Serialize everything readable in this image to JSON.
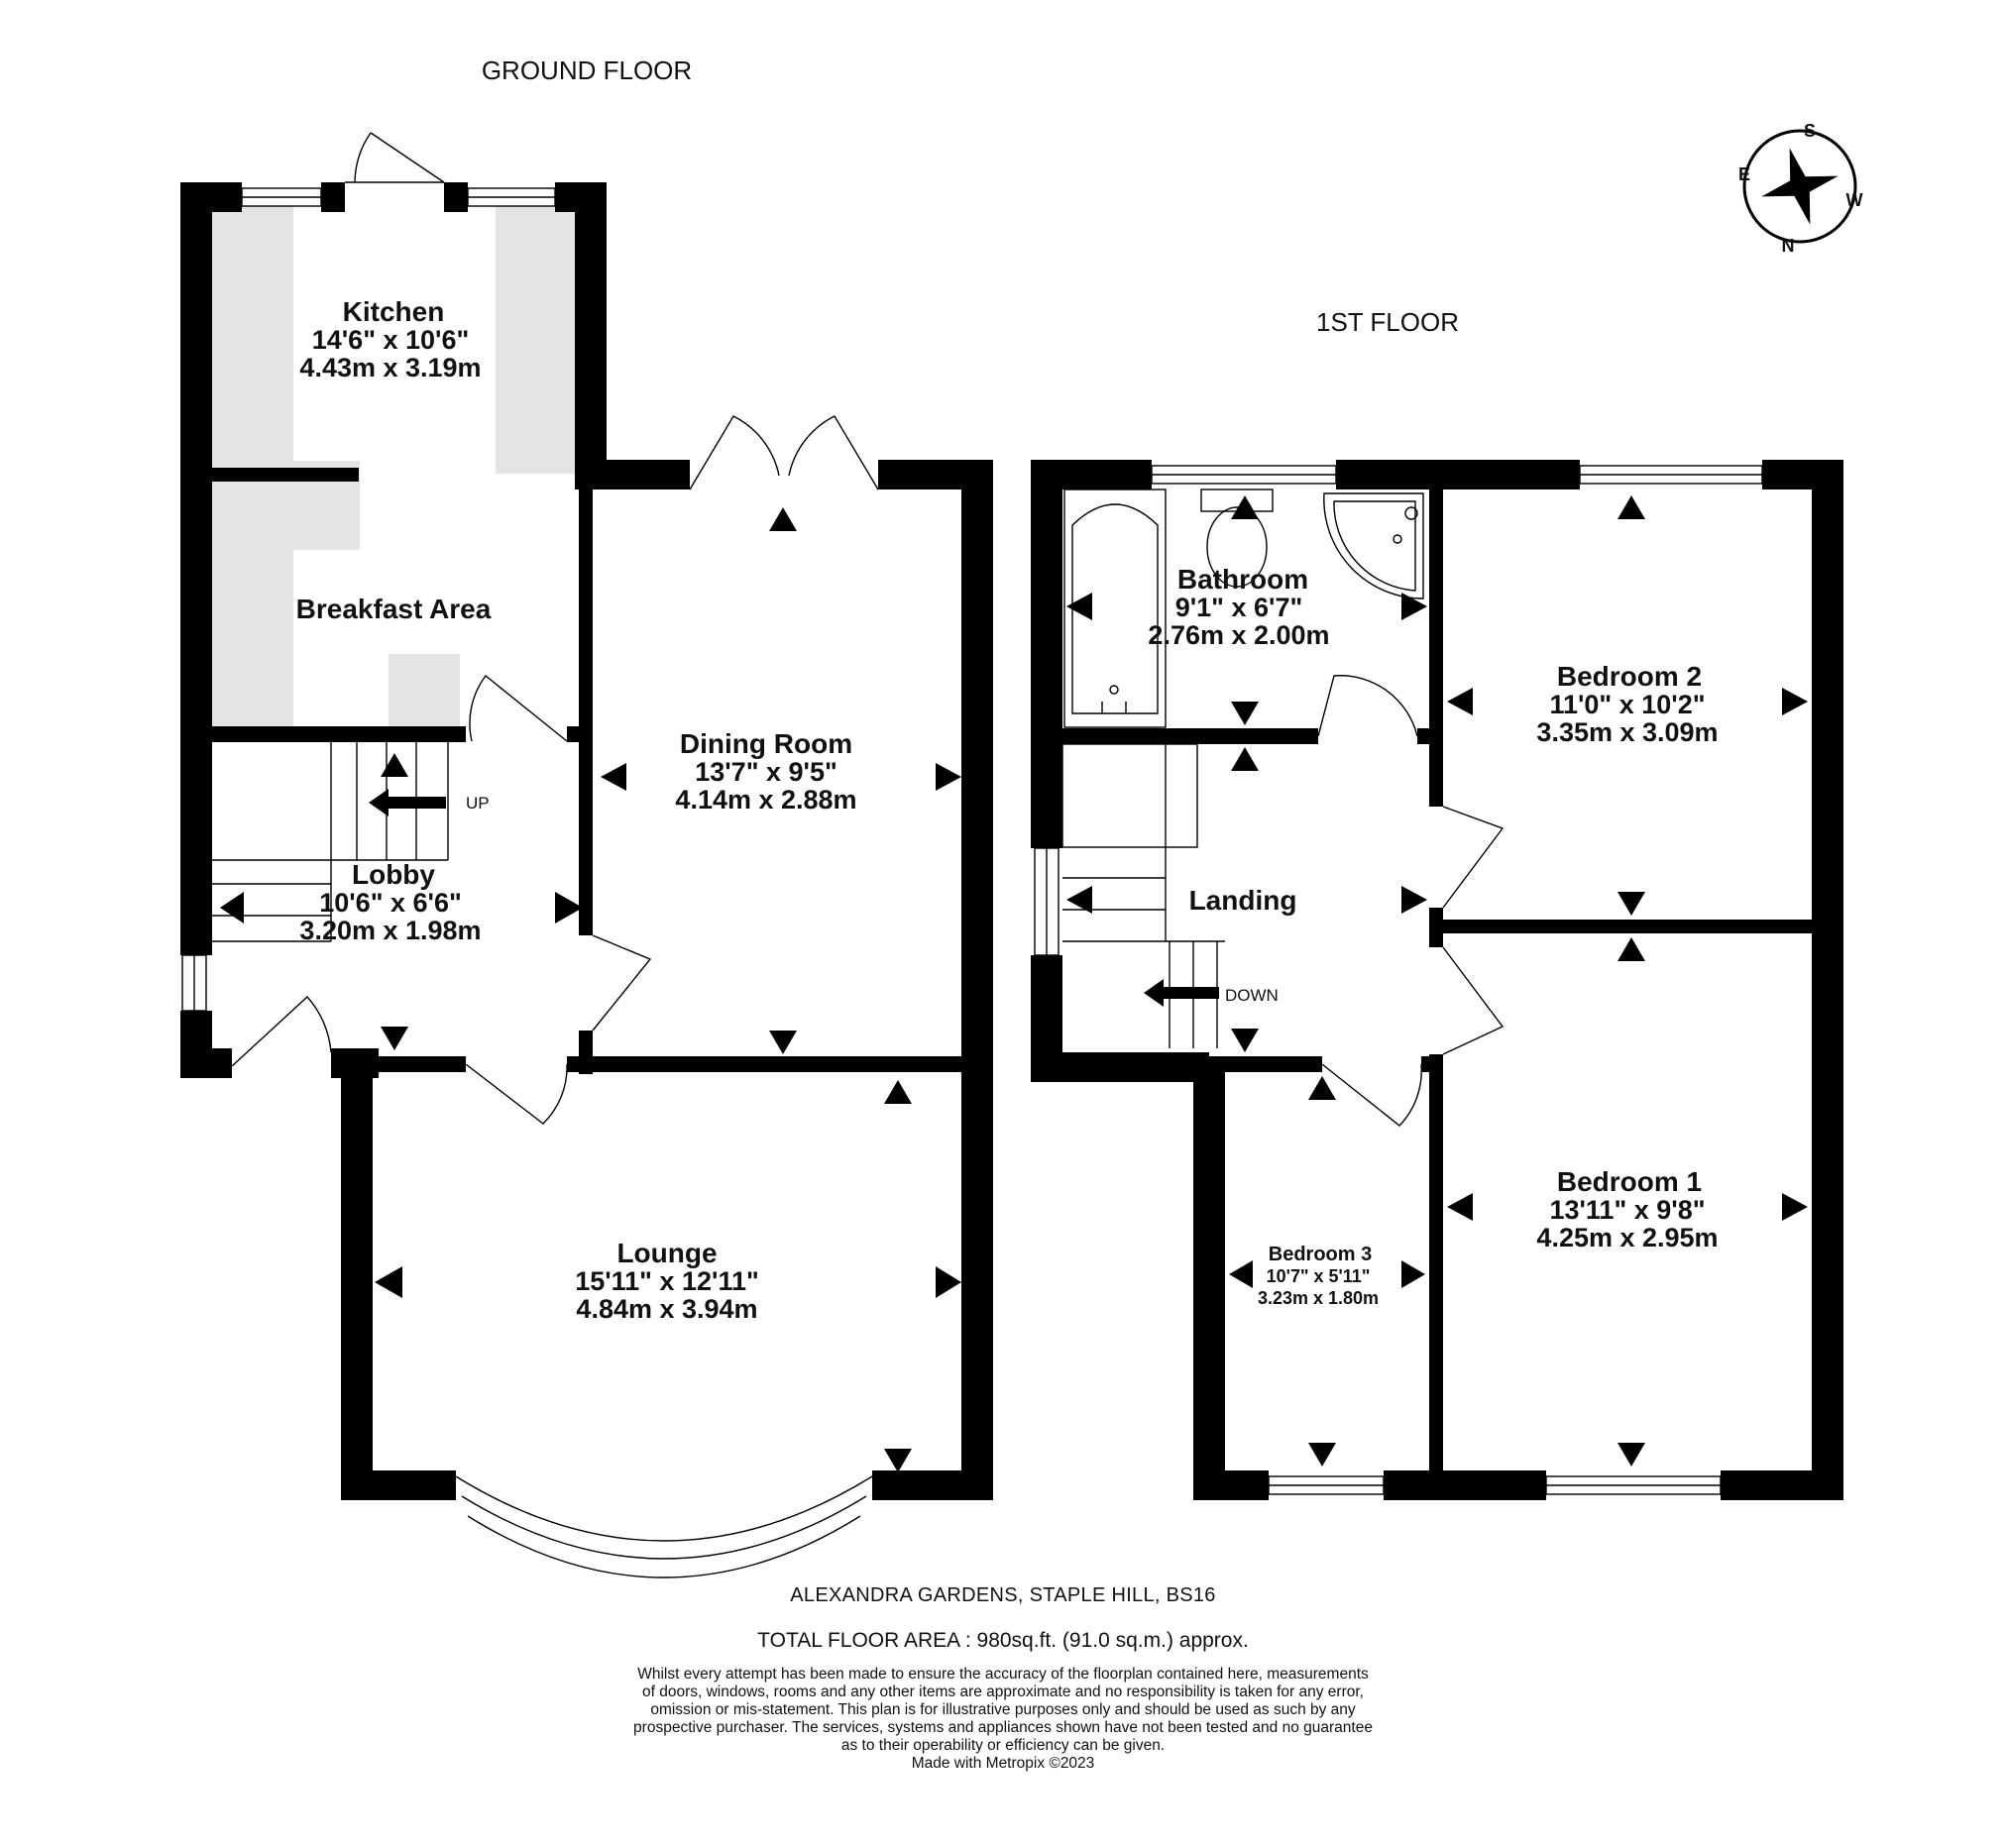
{
  "floors": {
    "ground": {
      "title": "GROUND FLOOR"
    },
    "first": {
      "title": "1ST FLOOR"
    }
  },
  "rooms": {
    "kitchen": {
      "name": "Kitchen",
      "imperial": "14'6\"  x 10'6\"",
      "metric": "4.43m  x 3.19m"
    },
    "breakfast": {
      "name": "Breakfast Area"
    },
    "dining": {
      "name": "Dining Room",
      "imperial": "13'7\"  x 9'5\"",
      "metric": "4.14m  x 2.88m"
    },
    "lobby": {
      "name": "Lobby",
      "imperial": "10'6\"  x 6'6\"",
      "metric": "3.20m  x 1.98m"
    },
    "lounge": {
      "name": "Lounge",
      "imperial": "15'11\"  x 12'11\"",
      "metric": "4.84m  x 3.94m"
    },
    "bathroom": {
      "name": "Bathroom",
      "imperial": "9'1\"  x 6'7\"",
      "metric": "2.76m  x 2.00m"
    },
    "bedroom2": {
      "name": "Bedroom 2",
      "imperial": "11'0\"  x 10'2\"",
      "metric": "3.35m  x 3.09m"
    },
    "landing": {
      "name": "Landing"
    },
    "bedroom3": {
      "name": "Bedroom 3",
      "imperial": "10'7\"  x 5'11\"",
      "metric": "3.23m  x 1.80m"
    },
    "bedroom1": {
      "name": "Bedroom 1",
      "imperial": "13'11\"  x 9'8\"",
      "metric": "4.25m  x 2.95m"
    }
  },
  "stairs": {
    "up_label": "UP",
    "down_label": "DOWN"
  },
  "compass": {
    "letters": [
      "S",
      "W",
      "N",
      "E"
    ],
    "icon": "compass-rose-icon"
  },
  "footer": {
    "address": "ALEXANDRA GARDENS, STAPLE HILL, BS16",
    "total_area": "TOTAL FLOOR AREA : 980sq.ft. (91.0 sq.m.) approx.",
    "disclaimer": [
      "Whilst every attempt has been made to ensure the accuracy of the floorplan contained here, measurements",
      "of doors, windows, rooms and any other items are approximate and no responsibility is taken for any error,",
      "omission or mis-statement. This plan is for illustrative purposes only and should be used as such by any",
      "prospective purchaser. The services, systems and appliances shown have not been tested and no guarantee",
      "as to their operability or efficiency can be given.",
      "Made with Metropix ©2023"
    ]
  },
  "colors": {
    "wall": "#000000",
    "fitted_units": "#e4e4e4",
    "background": "#ffffff"
  }
}
